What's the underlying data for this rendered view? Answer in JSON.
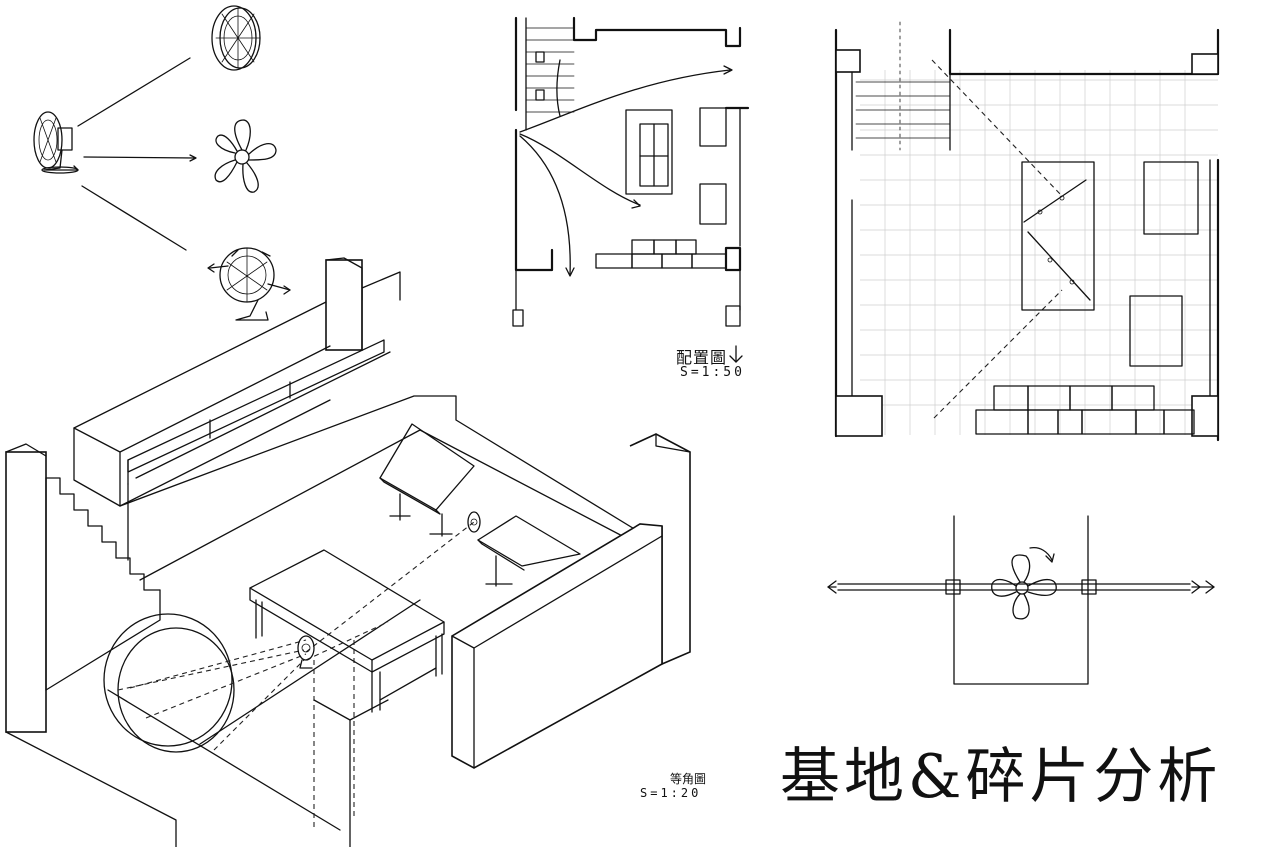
{
  "title": "基地&碎片分析",
  "site_plan": {
    "name": "配置圖",
    "scale": "S=1:50"
  },
  "isometric": {
    "name": "等角圖",
    "scale": "S=1:20"
  },
  "icons": [
    "fan-icon",
    "fan-blade-icon",
    "arrow-icon"
  ]
}
